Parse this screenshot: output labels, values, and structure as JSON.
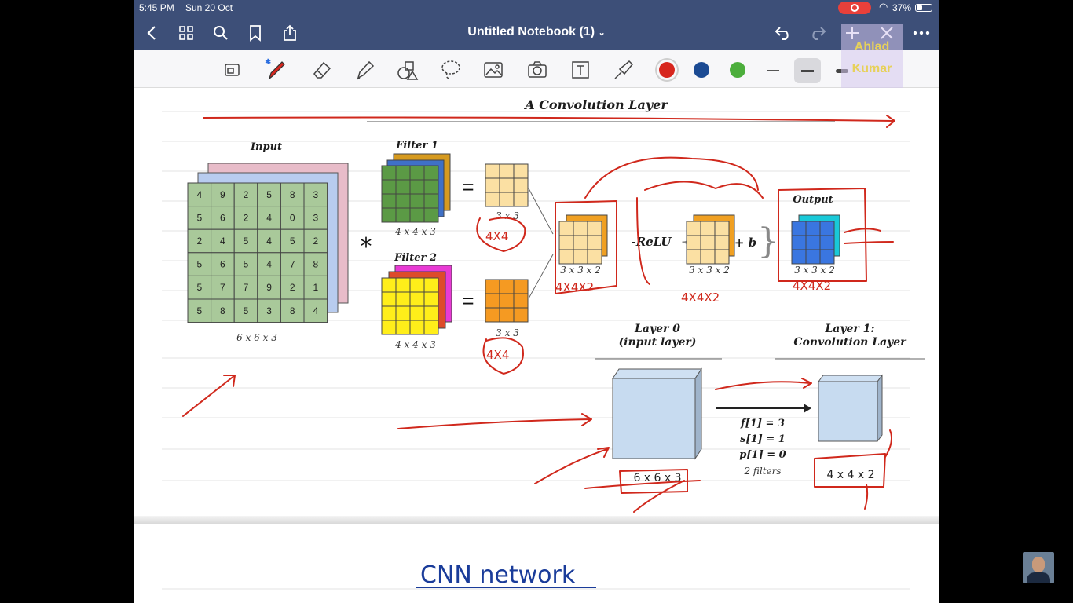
{
  "status_bar": {
    "time": "5:45 PM",
    "date": "Sun 20 Oct",
    "battery": "37%"
  },
  "nav": {
    "title": "Untitled Notebook (1)",
    "title_chevron": "chevron-down-icon",
    "left_icons": [
      "back-icon",
      "thumbnails-grid-icon",
      "search-icon",
      "bookmark-icon",
      "share-icon"
    ],
    "right_icons": [
      "undo-icon",
      "redo-icon",
      "add-page-icon",
      "close-icon",
      "more-icon"
    ]
  },
  "toolbar": {
    "tools": [
      "zoom-icon",
      "pen-icon",
      "eraser-icon",
      "highlighter-icon",
      "shapes-icon",
      "lasso-icon",
      "image-icon",
      "camera-icon",
      "text-icon",
      "laser-pointer-icon"
    ],
    "colors": [
      "#d7261e",
      "#1b4a93",
      "#4cae3c"
    ],
    "selected_color": "#d7261e",
    "line_widths": [
      "thin",
      "medium",
      "thick"
    ],
    "selected_width": "medium"
  },
  "watermark": {
    "line1": "Ahlad",
    "line2": "Kumar"
  },
  "figure": {
    "title": "A Convolution Layer",
    "input_label": "Input",
    "input_dims": "6 x 6 x 3",
    "input_matrix": [
      [
        4,
        9,
        2,
        5,
        8,
        3
      ],
      [
        5,
        6,
        2,
        4,
        0,
        3
      ],
      [
        2,
        4,
        5,
        4,
        5,
        2
      ],
      [
        5,
        6,
        5,
        4,
        7,
        8
      ],
      [
        5,
        7,
        7,
        9,
        2,
        1
      ],
      [
        5,
        8,
        5,
        3,
        8,
        4
      ]
    ],
    "conv_operator": "*",
    "filter1_label": "Filter 1",
    "filter1_dims": "4 x 4 x 3",
    "filter2_label": "Filter 2",
    "filter2_dims": "4 x 4 x 3",
    "equals": "=",
    "result1_dims": "3 x 3",
    "result2_dims": "3 x 3",
    "stacked_dims": "3 x 3 x 2",
    "relu_label": "-ReLU",
    "plus_b": "+ b",
    "biased_dims": "3 x 3 x 2",
    "output_label": "Output",
    "output_dims": "3 x 3 x 2",
    "layer0_title": "Layer 0",
    "layer0_subtitle": "(input layer)",
    "layer0_dims": "6 x 6 x 3",
    "layer1_title": "Layer 1:",
    "layer1_subtitle": "Convolution Layer",
    "layer1_dims": "4 x 4 x 2",
    "hyperparams": [
      "f[1] = 3",
      "s[1] = 1",
      "p[1] = 0",
      "2 filters"
    ]
  },
  "annotations": {
    "under_result1": "4X4",
    "under_result2": "4X4",
    "under_stacked": "4X4X2",
    "under_biased": "4X4X2",
    "under_output": "4X4X2",
    "ink_color": "#d0281c"
  },
  "page2": {
    "heading": "CNN network"
  }
}
